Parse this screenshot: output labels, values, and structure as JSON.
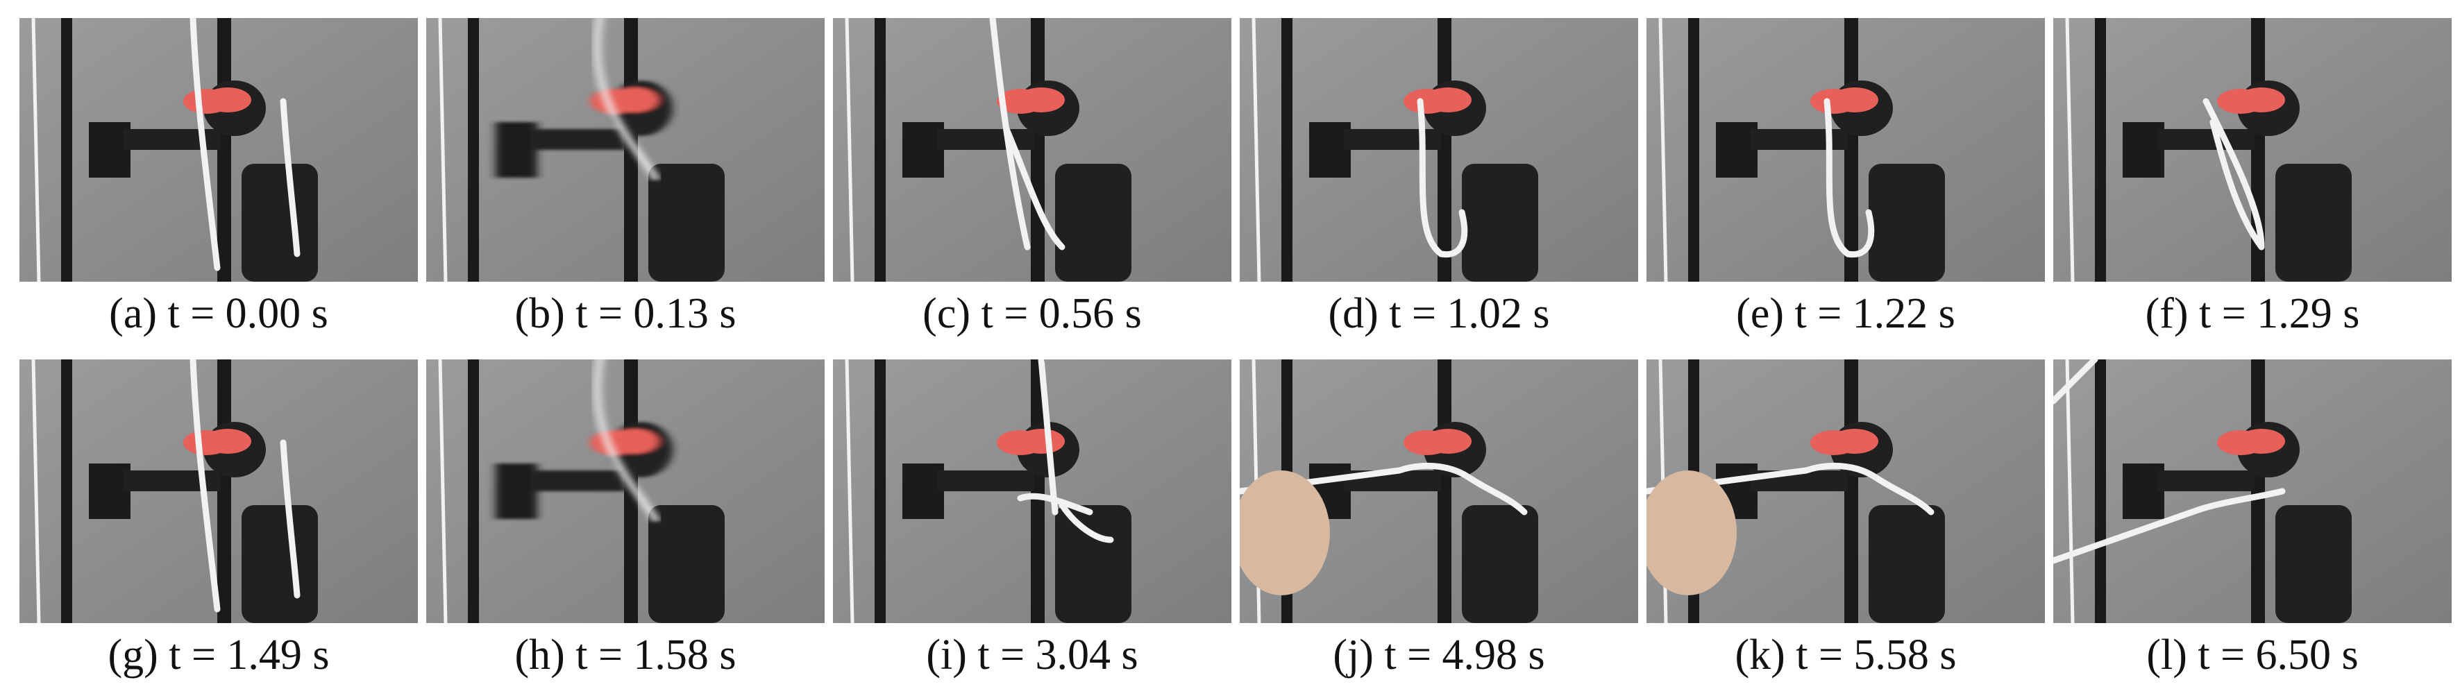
{
  "figure": {
    "panels": [
      {
        "label": "(a) t = 0.00 s",
        "motion_blur": false,
        "rope_state": "hanging",
        "hand": false
      },
      {
        "label": "(b) t = 0.13 s",
        "motion_blur": true,
        "rope_state": "swinging",
        "hand": false
      },
      {
        "label": "(c) t = 0.56 s",
        "motion_blur": false,
        "rope_state": "wrapping",
        "hand": false
      },
      {
        "label": "(d) t = 1.02 s",
        "motion_blur": false,
        "rope_state": "loop-low",
        "hand": false
      },
      {
        "label": "(e) t = 1.22 s",
        "motion_blur": false,
        "rope_state": "loop-low",
        "hand": false
      },
      {
        "label": "(f) t = 1.29 s",
        "motion_blur": false,
        "rope_state": "loop-diag",
        "hand": false
      },
      {
        "label": "(g) t = 1.49 s",
        "motion_blur": false,
        "rope_state": "hanging",
        "hand": false
      },
      {
        "label": "(h) t = 1.58 s",
        "motion_blur": true,
        "rope_state": "swinging",
        "hand": false
      },
      {
        "label": "(i) t = 3.04 s",
        "motion_blur": false,
        "rope_state": "knot",
        "hand": false
      },
      {
        "label": "(j) t = 4.98 s",
        "motion_blur": false,
        "rope_state": "knot-pull",
        "hand": true
      },
      {
        "label": "(k) t = 5.58 s",
        "motion_blur": false,
        "rope_state": "knot-pull",
        "hand": true
      },
      {
        "label": "(l) t = 6.50 s",
        "motion_blur": false,
        "rope_state": "knot-tight",
        "hand": false
      }
    ],
    "colors": {
      "background_curtain": "#8a8c8d",
      "pole": "#1a1a1a",
      "robot": "#202020",
      "finger": "#e8605a",
      "rope": "#f2f2f2",
      "skin": "#d9b8a0"
    }
  }
}
